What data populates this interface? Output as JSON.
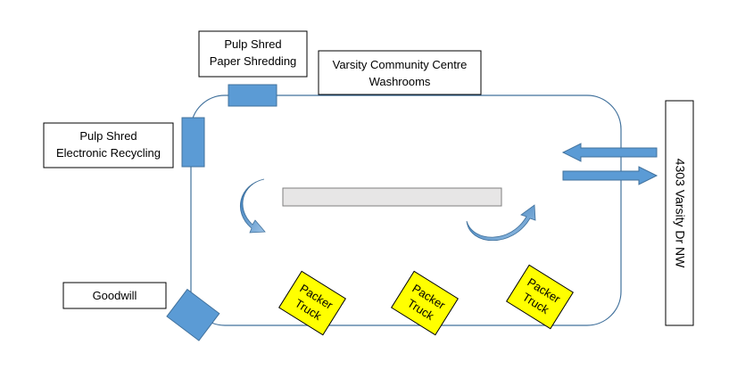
{
  "labels": {
    "pulp_shred_paper_line1": "Pulp Shred",
    "pulp_shred_paper_line2": "Paper Shredding",
    "community_centre_line1": "Varsity Community Centre",
    "community_centre_line2": "Washrooms",
    "pulp_shred_elec_line1": "Pulp Shred",
    "pulp_shred_elec_line2": "Electronic Recycling",
    "goodwill": "Goodwill",
    "street": "4303 Varsity Dr NW"
  },
  "trucks": [
    {
      "line1": "Packer",
      "line2": "Truck"
    },
    {
      "line1": "Packer",
      "line2": "Truck"
    },
    {
      "line1": "Packer",
      "line2": "Truck"
    }
  ],
  "colors": {
    "route_line": "#41719C",
    "station_fill": "#5B9BD5",
    "station_stroke": "#41719C",
    "truck_fill": "#FFFF00",
    "truck_stroke": "#000000",
    "island_fill": "#E7E6E6",
    "label_stroke": "#000000"
  },
  "icons": {
    "traffic_in": "arrow-left-icon",
    "traffic_out": "arrow-right-icon",
    "flow_left": "curved-arrow-down-icon",
    "flow_right": "curved-arrow-up-icon"
  }
}
